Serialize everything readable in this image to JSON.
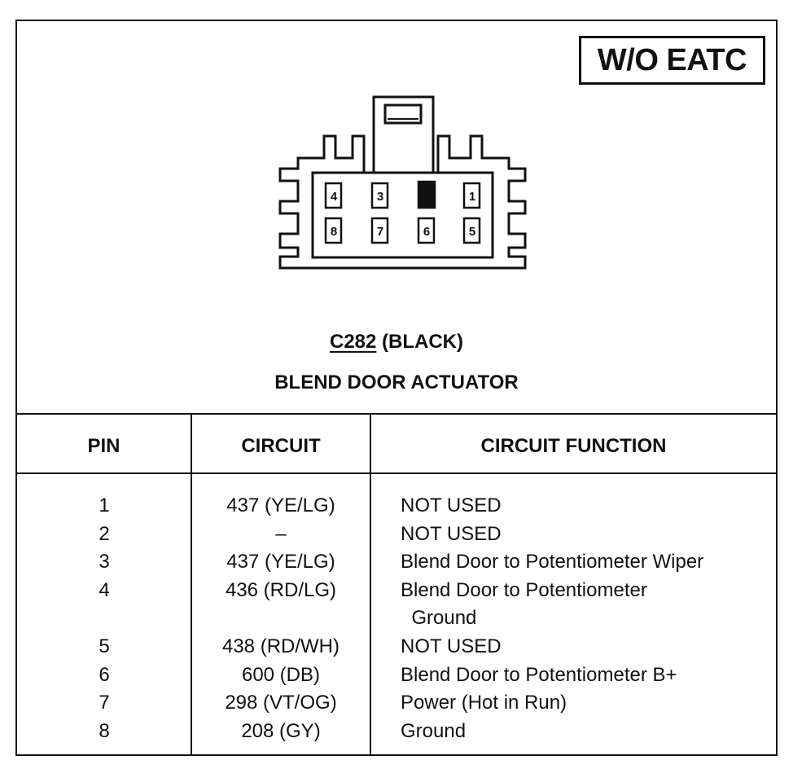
{
  "badge": "W/O EATC",
  "connector": {
    "id": "C282",
    "color": "(BLACK)",
    "name": "BLEND DOOR ACTUATOR",
    "pin_labels": {
      "top": [
        "4",
        "3",
        "",
        "1"
      ],
      "bottom": [
        "8",
        "7",
        "6",
        "5"
      ]
    }
  },
  "table": {
    "headers": {
      "pin": "PIN",
      "circuit": "CIRCUIT",
      "function": "CIRCUIT FUNCTION"
    },
    "rows": [
      {
        "pin": "1",
        "circuit": "437 (YE/LG)",
        "function": "NOT USED"
      },
      {
        "pin": "2",
        "circuit": "–",
        "function": "NOT USED"
      },
      {
        "pin": "3",
        "circuit": "437 (YE/LG)",
        "function": "Blend Door to Potentiometer Wiper"
      },
      {
        "pin": "4",
        "circuit": "436 (RD/LG)",
        "function": "Blend Door to Potentiometer"
      },
      {
        "pin": "",
        "circuit": "",
        "function": "  Ground"
      },
      {
        "pin": "5",
        "circuit": "438 (RD/WH)",
        "function": "NOT USED"
      },
      {
        "pin": "6",
        "circuit": "600 (DB)",
        "function": "Blend Door to Potentiometer B+"
      },
      {
        "pin": "7",
        "circuit": "298 (VT/OG)",
        "function": "Power (Hot in Run)"
      },
      {
        "pin": "8",
        "circuit": "208 (GY)",
        "function": "Ground"
      }
    ]
  }
}
